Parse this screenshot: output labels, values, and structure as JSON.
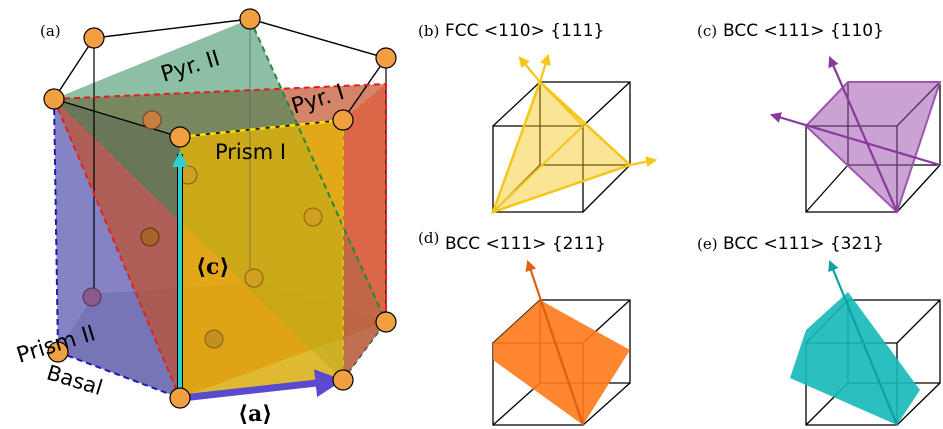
{
  "panels": {
    "a": {
      "label": "(a)",
      "planes": {
        "pyr2": "Pyr. II",
        "pyr1": "Pyr. I",
        "prism1": "Prism I",
        "prism2": "Prism II",
        "basal": "Basal"
      },
      "vectors": {
        "c": "⟨c⟩",
        "a": "⟨a⟩"
      }
    },
    "b": {
      "label": "(b)",
      "title": "FCC <110> {111}"
    },
    "c": {
      "label": "(c)",
      "title": "BCC <111> {110}"
    },
    "d": {
      "label": "(d)",
      "title": "BCC <111> {211}"
    },
    "e": {
      "label": "(e)",
      "title": "BCC <111> {321}"
    }
  },
  "colors": {
    "atom": "#F0A040",
    "pyr2": "#2E8B57",
    "pyr1": "#E05A3A",
    "prism1": "#E8B400",
    "prism2": "#5B5BB0",
    "basal": "#9A9A9A",
    "cvec": "#2FD0D0",
    "avec": "#4A50E0",
    "fcc": "#F5C518",
    "bcc110": "#A055B0",
    "bcc211": "#FF7A1A",
    "bcc321": "#14B8B8"
  }
}
